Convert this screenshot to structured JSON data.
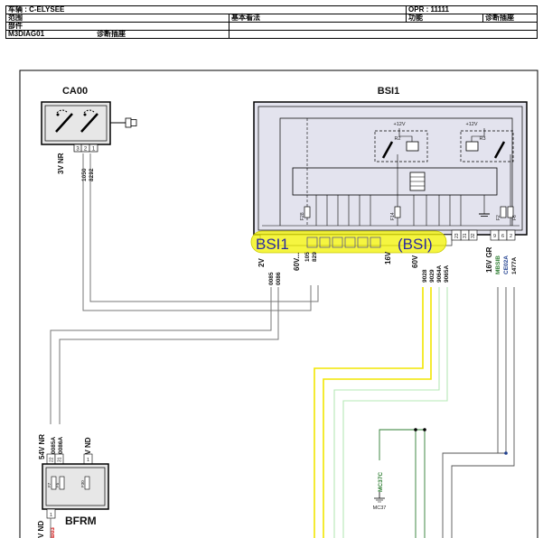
{
  "header": {
    "vehicle": "车辆 : C-ELYSEE",
    "opr": "OPR : 11111",
    "scope_label": "范围",
    "view_label": "基本看法",
    "function_label": "功能",
    "function_value": "诊断插座",
    "parts_label": "部件",
    "code": "M3DIAG01",
    "code_desc": "诊断插座"
  },
  "components": {
    "ca00": "CA00",
    "bsi1": "BSI1",
    "bfrm": "BFRM",
    "relay_r2": "R2",
    "relay_r3": "R3",
    "plus12v_a": "+12V",
    "plus12v_b": "+12V",
    "fuse_f28": "F28",
    "fuse_f14": "F14",
    "fuse_f2": "F2",
    "fuse_f6": "F6",
    "fuse_f7": "F7",
    "fuse_f5": "F5",
    "fuse_f30": "F30",
    "bsi1_overlay_a": "BSI1",
    "bsi1_overlay_b": "(BSI)",
    "mc37": "MC37",
    "mc37c": "MC37C"
  },
  "connectors": {
    "ca00_conn": "3V NR",
    "ca00_pins": [
      "3",
      "2",
      "1"
    ],
    "ca00_wires": [
      "1050",
      "8292"
    ],
    "bsi_2v": "2V",
    "bsi_2v_wires": [
      "0085",
      "0086"
    ],
    "bsi_60v_a": "60V...",
    "bsi_60v_a_wires": [
      "105",
      "829"
    ],
    "bsi_16v": "16V",
    "bsi_60v_b": "60V",
    "bsi_60v_b_wires": [
      "9028",
      "9029",
      "9064A",
      "9065A"
    ],
    "bsi_16v_gr": "16V GR",
    "bsi_16v_gr_wires": [
      "MBSIB",
      "CE02A",
      "1477A"
    ],
    "bsi_pins_right": [
      "23",
      "31",
      "32",
      "9",
      "6",
      "2"
    ],
    "bfrm_54v": "54V NR",
    "bfrm_54v_wires": [
      "0085A",
      "0086A"
    ],
    "bfrm_54v_pins": [
      "22",
      "31"
    ],
    "bfrm_1v": "1V ND",
    "bfrm_1v_pin": "1",
    "bfrm_bottom": "V ND",
    "bfrm_bottom_pin": "1",
    "bfrm_bottom_wire": "B03"
  },
  "colors": {
    "bsi_fill": "#e3e3ee",
    "highlight_yellow": "#f2f200",
    "overlay_text": "#2a2aa0",
    "wire_green": "#2e7d32",
    "wire_blue": "#1f3f8f",
    "wire_red": "#d01010"
  }
}
